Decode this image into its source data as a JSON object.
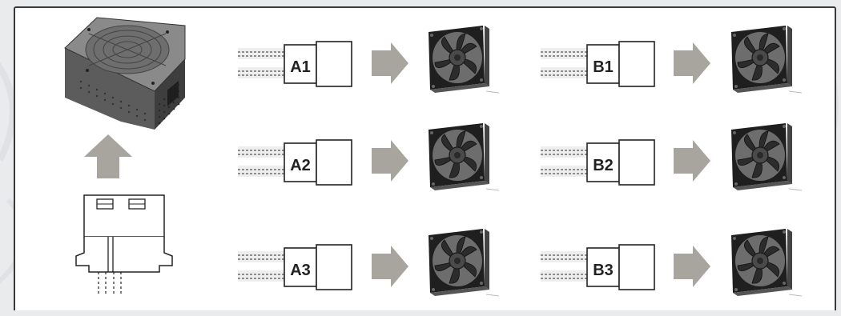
{
  "diagram": {
    "connectors": [
      {
        "label": "A1"
      },
      {
        "label": "A2"
      },
      {
        "label": "A3"
      },
      {
        "label": "B1"
      },
      {
        "label": "B2"
      },
      {
        "label": "B3"
      }
    ]
  },
  "colors": {
    "arrow": "#a8a49e",
    "outline": "#222222",
    "fan_dark": "#2a2a2a",
    "psu_body": "#555555"
  }
}
